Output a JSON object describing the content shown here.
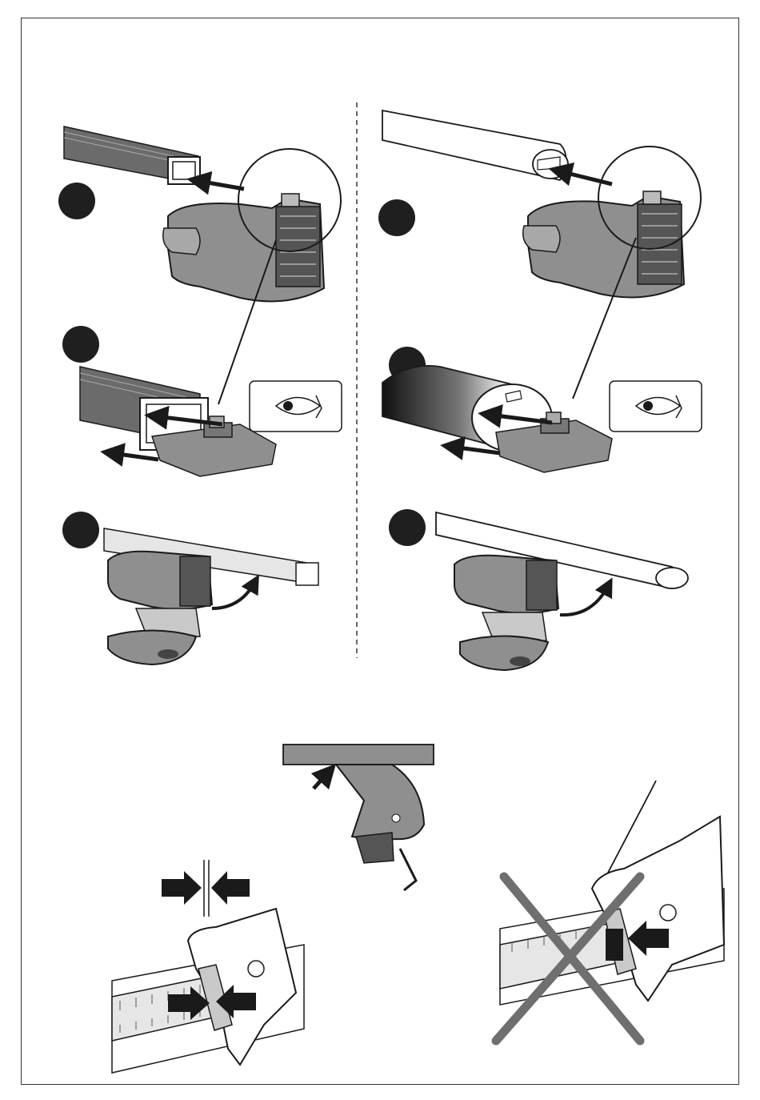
{
  "colors": {
    "ink": "#1a1a1a",
    "dark_gray": "#6b6b6b",
    "mid_gray": "#8f8f8f",
    "light_gray": "#c9c9c9",
    "pale_gray": "#e6e6e6",
    "cross": "#6f6f6f",
    "step_marker": "#1f1f1f",
    "frame": "#333333"
  },
  "panels": {
    "left": {
      "bar_type": "square-steel-bar",
      "steps": [
        {
          "marker": "step-1"
        },
        {
          "marker": "step-2"
        },
        {
          "marker": "step-3"
        }
      ],
      "icons": [
        "eye-icon"
      ]
    },
    "right": {
      "bar_type": "aero-bar",
      "steps": [
        {
          "marker": "step-1"
        },
        {
          "marker": "step-2"
        },
        {
          "marker": "step-3"
        }
      ],
      "icons": [
        "eye-icon"
      ]
    }
  },
  "bottom": {
    "allen_key_detail": true,
    "correct_gap_detail": true,
    "incorrect_gap_detail": true
  }
}
